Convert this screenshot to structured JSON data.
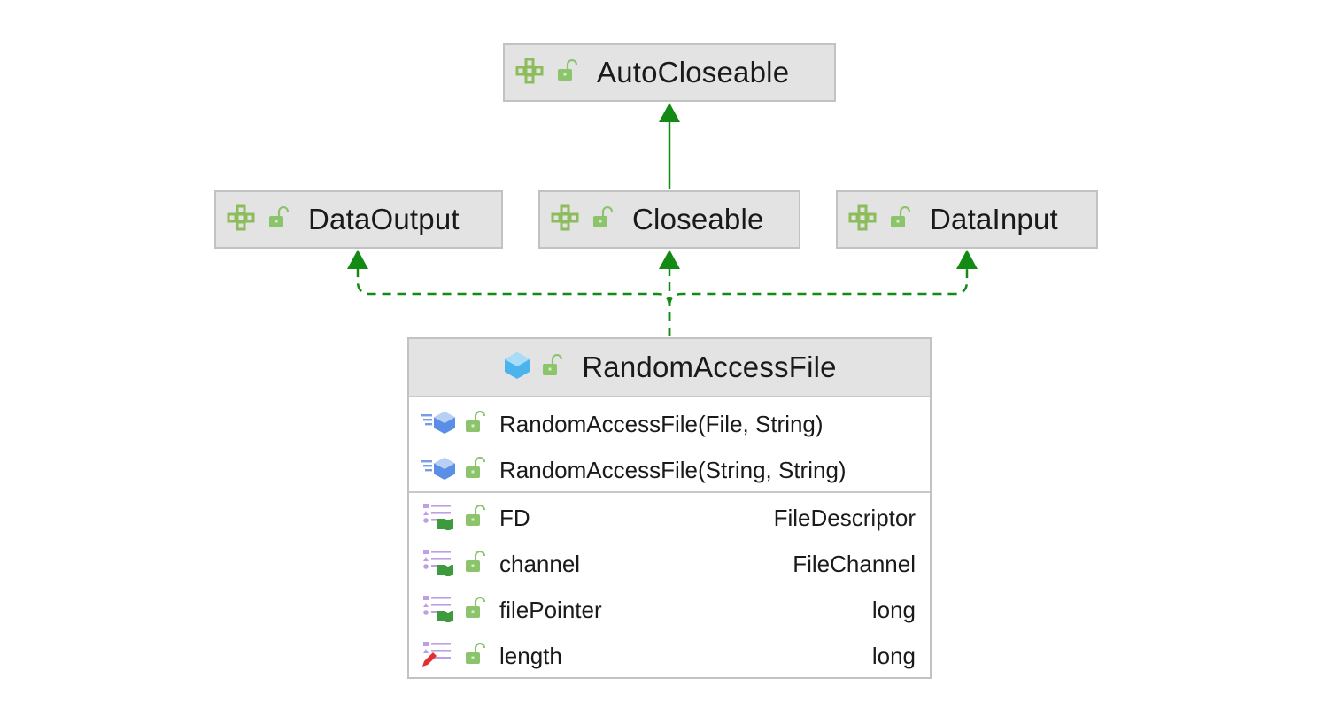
{
  "diagram": {
    "nodes": {
      "autocloseable": {
        "title": "AutoCloseable",
        "kind": "interface"
      },
      "dataoutput": {
        "title": "DataOutput",
        "kind": "interface"
      },
      "closeable": {
        "title": "Closeable",
        "kind": "interface"
      },
      "datainput": {
        "title": "DataInput",
        "kind": "interface"
      },
      "randomaccessfile": {
        "title": "RandomAccessFile",
        "kind": "class",
        "constructors": [
          {
            "signature": "RandomAccessFile(File, String)"
          },
          {
            "signature": "RandomAccessFile(String, String)"
          }
        ],
        "fields": [
          {
            "name": "FD",
            "type": "FileDescriptor"
          },
          {
            "name": "channel",
            "type": "FileChannel"
          },
          {
            "name": "filePointer",
            "type": "long"
          },
          {
            "name": "length",
            "type": "long"
          }
        ]
      }
    },
    "edges": [
      {
        "from": "Closeable",
        "to": "AutoCloseable",
        "style": "solid"
      },
      {
        "from": "RandomAccessFile",
        "to": "DataOutput",
        "style": "dashed"
      },
      {
        "from": "RandomAccessFile",
        "to": "Closeable",
        "style": "dashed"
      },
      {
        "from": "RandomAccessFile",
        "to": "DataInput",
        "style": "dashed"
      }
    ]
  },
  "colors": {
    "edge": "#138a13",
    "node_fill": "#e3e3e3",
    "node_border": "#c2c2c2",
    "interface_icon": "#8cbc5c",
    "lock": "#8cc46c",
    "class_icon": "#4cb4ec",
    "field_icon": "#c09ee4"
  },
  "icons": {
    "interface": "interface-icon",
    "class": "class-icon",
    "constructor": "constructor-icon",
    "field": "field-icon",
    "lock": "lock-open-icon"
  }
}
